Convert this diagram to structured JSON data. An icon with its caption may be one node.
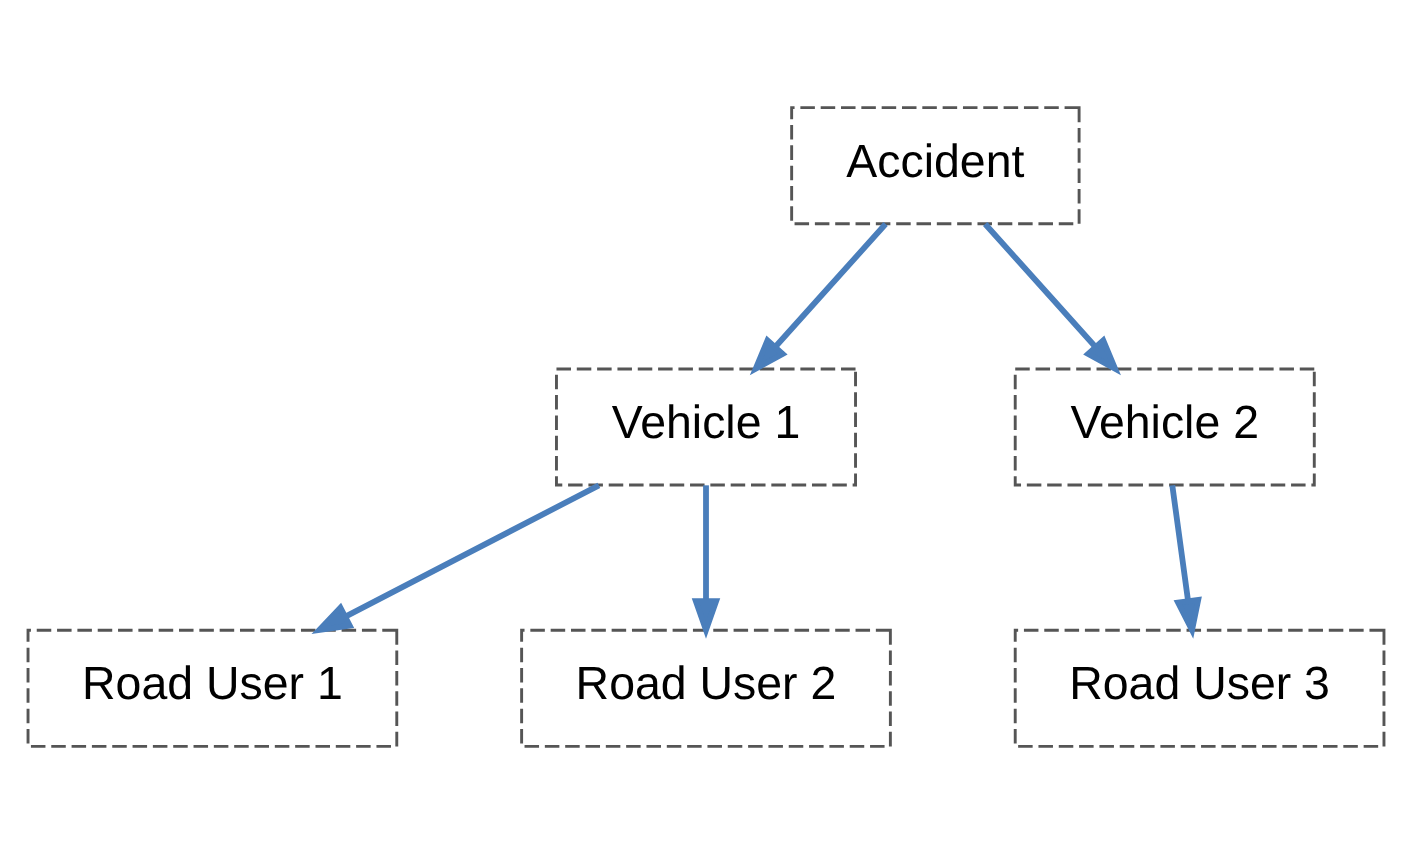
{
  "diagram": {
    "nodes": [
      {
        "text": [
          "Accident"
        ]
      },
      {
        "text": [
          "Vehicle 1"
        ]
      },
      {
        "text": [
          "Vehicle 2"
        ]
      },
      {
        "text": [
          "Road User 1"
        ]
      },
      {
        "text": [
          "Road User 2"
        ]
      },
      {
        "text": [
          "Road User 3"
        ]
      }
    ],
    "edges": [
      {
        "from": 0,
        "to": 1,
        "arrow": "to"
      },
      {
        "from": 0,
        "to": 2,
        "arrow": "to"
      },
      {
        "from": 1,
        "to": 3,
        "arrow": "to"
      },
      {
        "from": 1,
        "to": 4,
        "arrow": "to"
      },
      {
        "from": 2,
        "to": 5,
        "arrow": "to"
      }
    ]
  }
}
